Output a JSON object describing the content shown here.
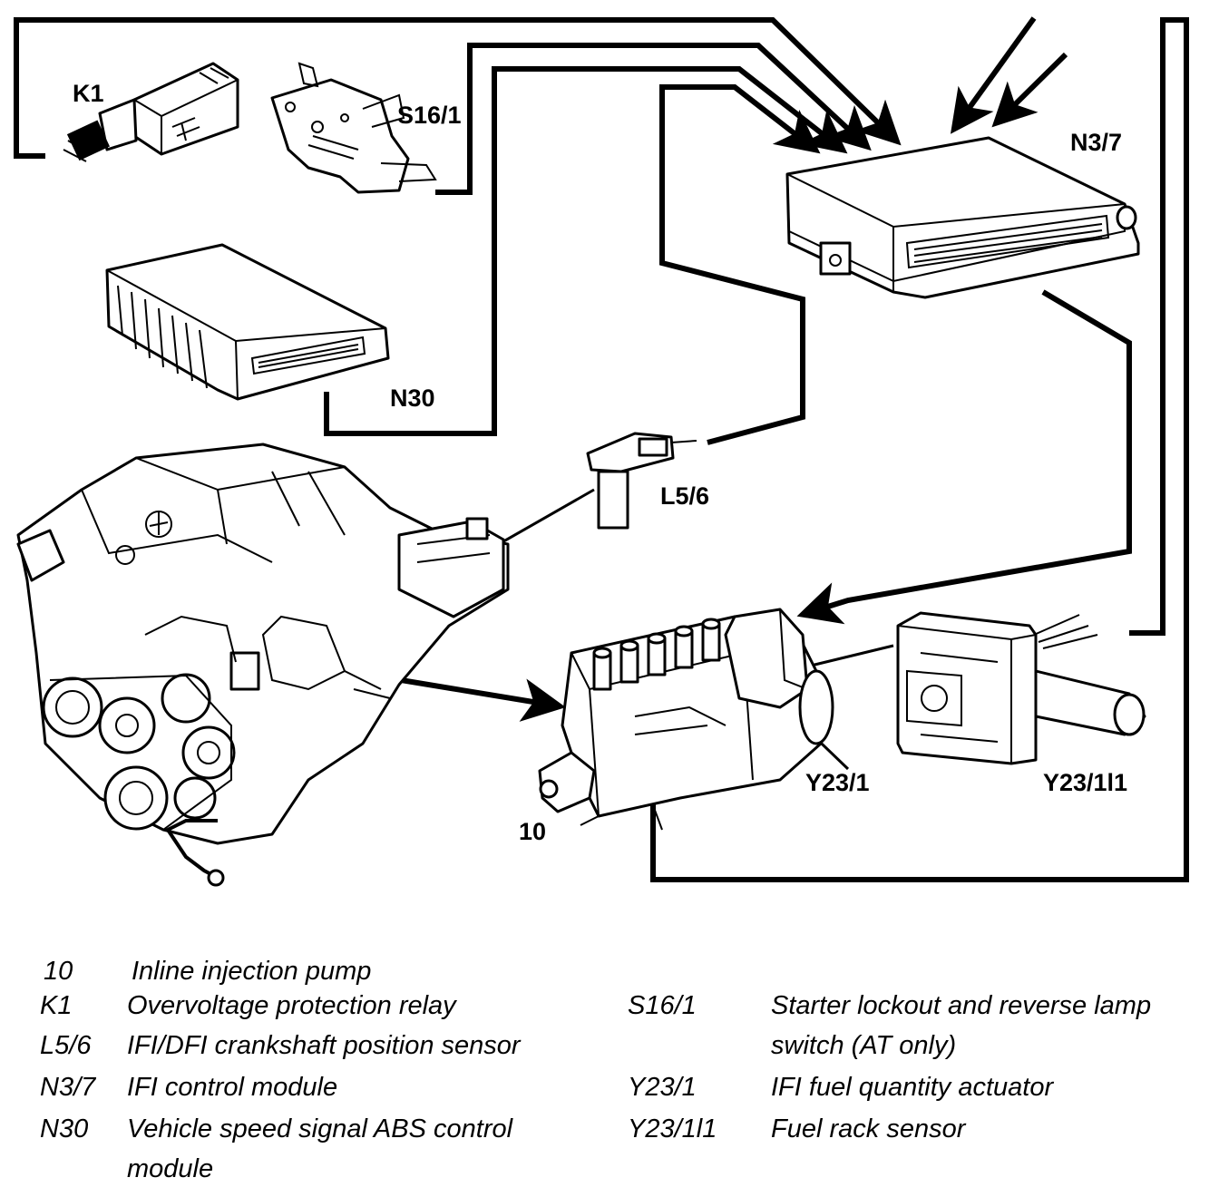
{
  "labels": {
    "k1": "K1",
    "s16_1": "S16/1",
    "n3_7": "N3/7",
    "n30": "N30",
    "l5_6": "L5/6",
    "y23_1": "Y23/1",
    "y23_1l1": "Y23/1l1",
    "p10": "10"
  },
  "legend": {
    "left": [
      {
        "code": "10",
        "desc": "Inline injection pump"
      },
      {
        "code": "K1",
        "desc": "Overvoltage protection relay"
      },
      {
        "code": "L5/6",
        "desc": "IFI/DFI crankshaft position sensor"
      },
      {
        "code": "N3/7",
        "desc": "IFI control module"
      },
      {
        "code": "N30",
        "desc": "Vehicle speed signal ABS control",
        "desc2": "module"
      }
    ],
    "right": [
      {
        "code": "S16/1",
        "desc": "Starter lockout and reverse lamp",
        "desc2": "switch (AT only)"
      },
      {
        "code": "Y23/1",
        "desc": "IFI fuel quantity actuator"
      },
      {
        "code": "Y23/1l1",
        "desc": "Fuel rack sensor"
      }
    ]
  }
}
